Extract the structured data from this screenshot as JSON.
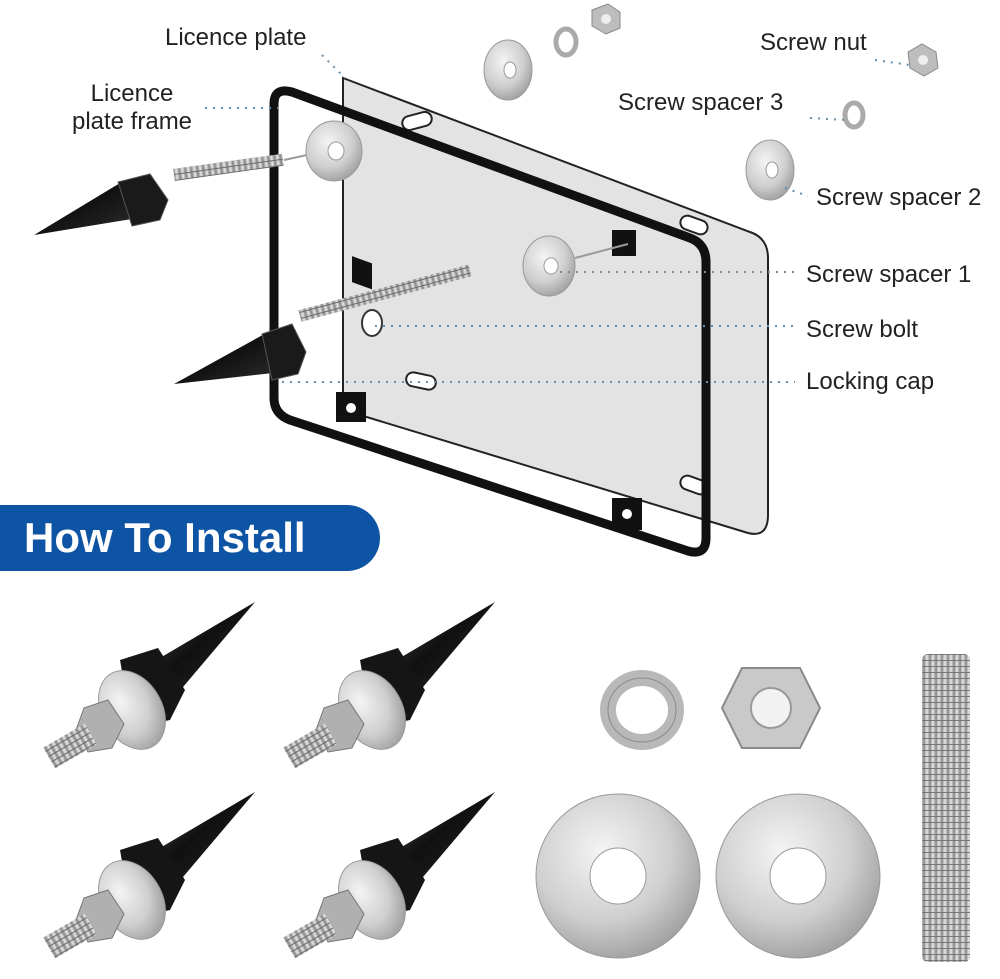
{
  "labels": {
    "licence_plate": "Licence plate",
    "licence_plate_frame_line1": "Licence",
    "licence_plate_frame_line2": "plate frame",
    "screw_nut": "Screw nut",
    "screw_spacer_3": "Screw spacer 3",
    "screw_spacer_2": "Screw spacer 2",
    "screw_spacer_1": "Screw spacer 1",
    "screw_bolt": "Screw bolt",
    "locking_cap": "Locking cap"
  },
  "banner": {
    "text": "How To Install",
    "color": "#0d55a4"
  },
  "colors": {
    "frame": "#111111",
    "plate": "#e2e2e2",
    "metal": "#c8c8c8",
    "spike": "#1c1c1c",
    "leader": "#6a8fa8"
  }
}
